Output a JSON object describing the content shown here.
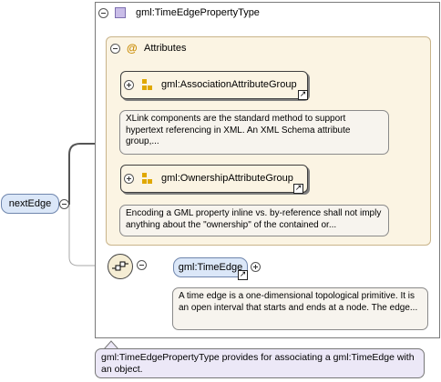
{
  "root_element": {
    "name": "nextEdge"
  },
  "complex_type": {
    "name": "gml:TimeEdgePropertyType"
  },
  "attributes": {
    "title": "Attributes",
    "symbol": "@",
    "groups": [
      {
        "name": "gml:AssociationAttributeGroup",
        "description": "XLink components are the standard method to support hypertext referencing in XML. An XML Schema attribute group,..."
      },
      {
        "name": "gml:OwnershipAttributeGroup",
        "description": "Encoding a GML property inline vs. by-reference shall not imply anything about the \"ownership\" of the contained or..."
      }
    ]
  },
  "sequence": {
    "element": {
      "name": "gml:TimeEdge",
      "description": "A time edge is a one-dimensional topological primitive. It is an open interval that starts and ends at a node. The edge..."
    }
  },
  "type_description": "gml:TimeEdgePropertyType provides for associating a gml:TimeEdge with an object.",
  "icons": {
    "type": "complex-type-icon",
    "group": "attribute-group-icon",
    "sequence": "sequence-compositor-icon",
    "link": "link-arrow-icon"
  },
  "colors": {
    "element_fill": "#dbe7f8",
    "attribute_fill": "#fbf4e3",
    "group_icon": "#e0a800",
    "type_icon": "#c9bde8"
  }
}
